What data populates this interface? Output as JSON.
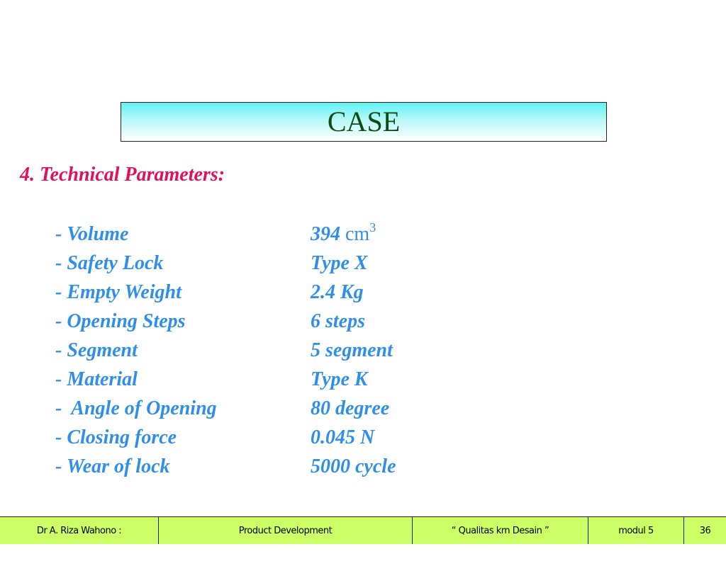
{
  "slide": {
    "title": "CASE",
    "section_heading": "4. Technical Parameters:",
    "parameters": [
      {
        "name": "- Volume",
        "value": "394",
        "unit": "cm",
        "unit_sup": "3"
      },
      {
        "name": "- Safety Lock",
        "value": "Type X"
      },
      {
        "name": "- Empty Weight",
        "value": "2.4 Kg"
      },
      {
        "name": "- Opening Steps",
        "value": "6 steps"
      },
      {
        "name": "- Segment",
        "value": "5 segment"
      },
      {
        "name": "- Material",
        "value": "Type K"
      },
      {
        "name": "-  Angle of Opening",
        "value": "80 degree"
      },
      {
        "name": "- Closing force",
        "value": "0.045 N"
      },
      {
        "name": "- Wear of lock",
        "value": "5000 cycle"
      }
    ]
  },
  "footer": {
    "author": "Dr A. Riza Wahono :",
    "course": "Product Development",
    "topic": "“ Qualitas krn Desain ”",
    "module": "modul 5",
    "page": "36"
  },
  "colors": {
    "title_text": "#0b4d12",
    "heading": "#e0105a",
    "parameter_text": "#2f8fe8",
    "footer_bg": "#ccff66"
  }
}
